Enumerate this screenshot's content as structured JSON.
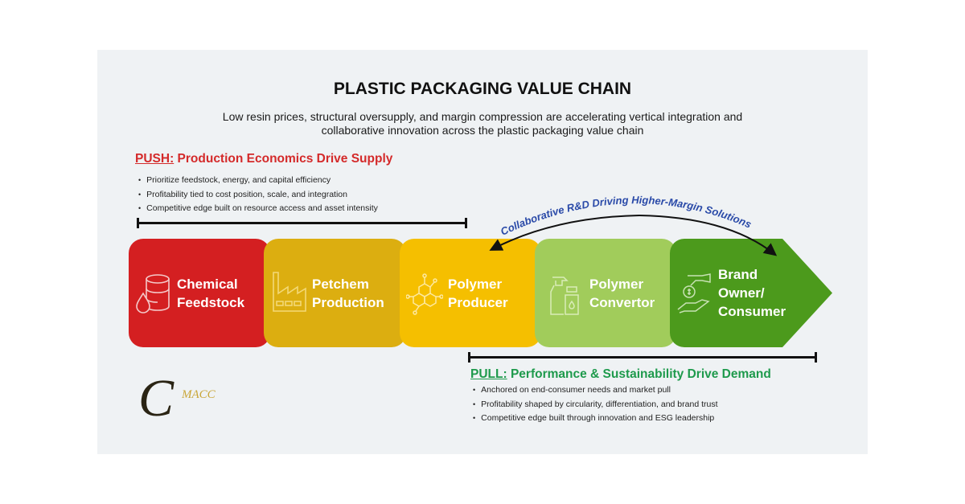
{
  "title": "PLASTIC PACKAGING VALUE CHAIN",
  "subtitle": "Low resin prices, structural oversupply, and margin compression are accelerating vertical integration and collaborative innovation across the plastic packaging value chain",
  "push": {
    "key": "PUSH:",
    "heading": " Production Economics Drive Supply",
    "bullets": [
      "Prioritize feedstock, energy, and capital efficiency",
      "Profitability tied to cost position, scale, and integration",
      "Competitive edge built on resource access and asset intensity"
    ]
  },
  "pull": {
    "key": "PULL:",
    "heading": " Performance & Sustainability Drive Demand",
    "bullets": [
      "Anchored on end-consumer needs and market pull",
      "Profitability shaped by circularity, differentiation, and brand trust",
      "Competitive edge built through innovation and ESG leadership"
    ]
  },
  "collab_label": "Collaborative R&D Driving Higher-Margin Solutions",
  "stages": [
    {
      "label": "Chemical\nFeedstock",
      "icon": "oil-barrel-icon",
      "color": "#d41f21"
    },
    {
      "label": "Petchem\nProduction",
      "icon": "factory-icon",
      "color": "#dcae10"
    },
    {
      "label": "Polymer\nProducer",
      "icon": "molecule-icon",
      "color": "#f5bf00"
    },
    {
      "label": "Polymer\nConvertor",
      "icon": "bottles-icon",
      "color": "#a1cc5b"
    },
    {
      "label": "Brand\nOwner/\nConsumer",
      "icon": "hand-coin-icon",
      "color": "#4c9a1c"
    }
  ],
  "logo": {
    "big": "C",
    "small": "MACC"
  }
}
